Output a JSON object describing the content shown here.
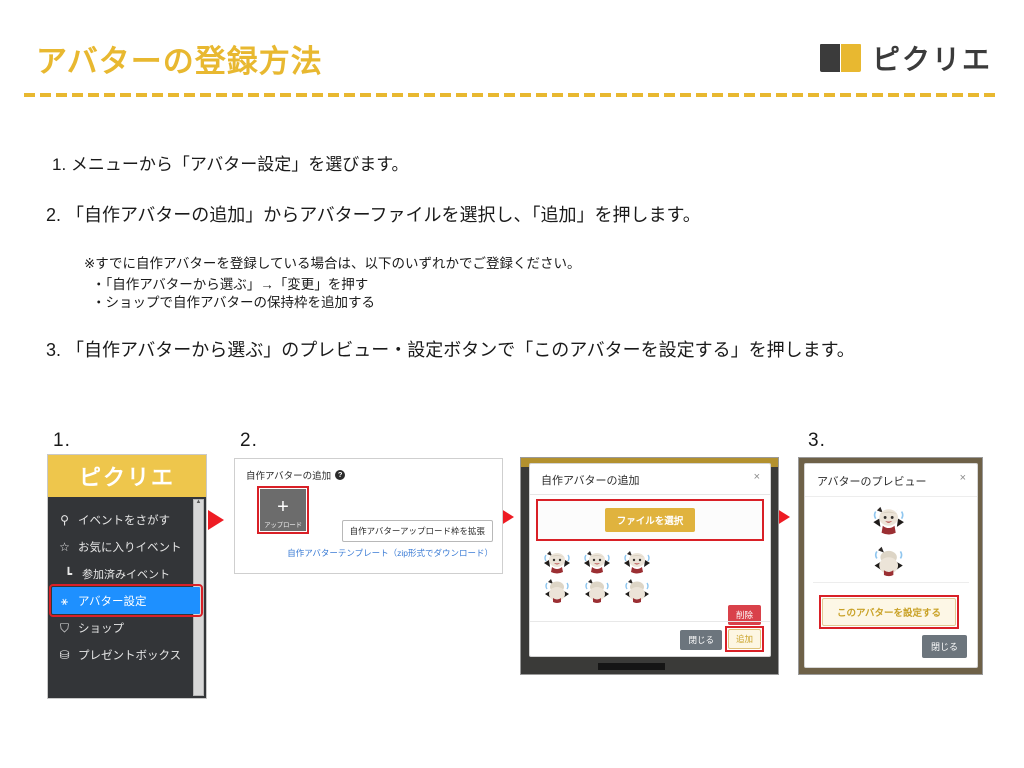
{
  "header": {
    "title": "アバターの登録方法",
    "brand_name": "ピクリエ",
    "brand_icon": "book-icon",
    "accent_color": "#e8b830"
  },
  "instructions": {
    "step1": "1. メニューから「アバター設定」を選びます。",
    "step2": "2. 「自作アバターの追加」からアバターファイルを選択し、「追加」を押します。",
    "note_heading": "※すでに自作アバターを登録している場合は、以下のいずれかでご登録ください。",
    "note_items": [
      "・「自作アバターから選ぶ」→「変更」を押す",
      "・ショップで自作アバターの保持枠を追加する"
    ],
    "step3": "3. 「自作アバターから選ぶ」のプレビュー・設定ボタンで「このアバターを設定する」を押します。"
  },
  "figures": {
    "numbers": [
      "1.",
      "2.",
      "3."
    ],
    "arrow_color": "#ee1c24"
  },
  "sidebar": {
    "logo": "ピクリエ",
    "items": [
      {
        "label": "イベントをさがす",
        "icon": "search-icon",
        "glyph": "⚲",
        "selected": false,
        "sub": false
      },
      {
        "label": "お気に入りイベント",
        "icon": "star-icon",
        "glyph": "☆",
        "selected": false,
        "sub": false
      },
      {
        "label": "参加済みイベント",
        "icon": "branch-icon",
        "glyph": "┗",
        "selected": false,
        "sub": true
      },
      {
        "label": "アバター設定",
        "icon": "person-icon",
        "glyph": "⚹",
        "selected": true,
        "sub": false
      },
      {
        "label": "ショップ",
        "icon": "cart-icon",
        "glyph": "⛉",
        "selected": false,
        "sub": false
      },
      {
        "label": "プレゼントボックス",
        "icon": "gift-icon",
        "glyph": "⛁",
        "selected": false,
        "sub": false
      }
    ],
    "highlight_color": "#1e90ff",
    "marker_color": "#d92027"
  },
  "upload_card": {
    "title": "自作アバターの追加",
    "help_glyph": "?",
    "upload_plus": "+",
    "upload_caption": "アップロード",
    "expand_button": "自作アバターアップロード枠を拡張",
    "template_link": "自作アバターテンプレート（zip形式でダウンロード）"
  },
  "add_modal": {
    "title": "自作アバターの追加",
    "close_glyph": "×",
    "file_select_button": "ファイルを選択",
    "sprite_count": 6,
    "delete_button": "削除",
    "close_button": "閉じる",
    "add_button": "追加"
  },
  "preview_modal": {
    "title": "アバターのプレビュー",
    "close_glyph": "×",
    "sprite_count": 2,
    "set_button": "このアバターを設定する",
    "close_button": "閉じる"
  }
}
